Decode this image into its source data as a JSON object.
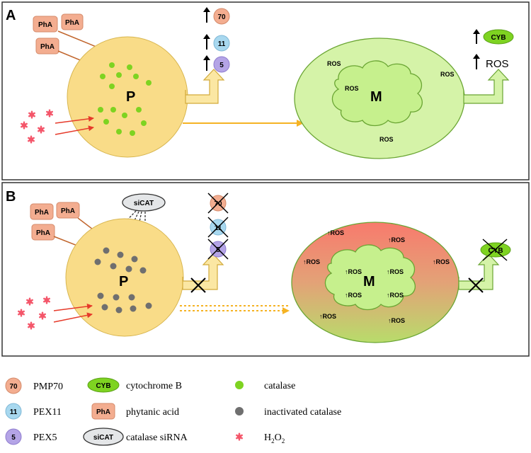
{
  "panels": {
    "a": {
      "letter": "A",
      "pha": [
        "PhA",
        "PhA",
        "PhA"
      ],
      "peroxisome": "P",
      "mitochondrion": "M",
      "ros": [
        "ROS",
        "ROS",
        "ROS",
        "ROS"
      ],
      "markers": [
        "70",
        "11",
        "5"
      ],
      "cyb": "CYB",
      "ros_up": "ROS"
    },
    "b": {
      "letter": "B",
      "pha": [
        "PhA",
        "PhA",
        "PhA"
      ],
      "sicat": "siCAT",
      "peroxisome": "P",
      "mitochondrion": "M",
      "ros": [
        "↑ROS",
        "↑ROS",
        "↑ROS",
        "↑ROS",
        "↑ROS",
        "↑ROS",
        "↑ROS",
        "↑ROS",
        "↑ROS",
        "↑ROS"
      ],
      "markers": [
        "70",
        "11",
        "5"
      ],
      "cyb": "CYB"
    }
  },
  "legend": {
    "pmp70": {
      "symbol": "70",
      "label": "PMP70"
    },
    "pex11": {
      "symbol": "11",
      "label": "PEX11"
    },
    "pex5": {
      "symbol": "5",
      "label": "PEX5"
    },
    "cyb": {
      "symbol": "CYB",
      "label": "cytochrome B"
    },
    "pha": {
      "symbol": "PhA",
      "label": "phytanic acid"
    },
    "sicat": {
      "symbol": "siCAT",
      "label": "catalase siRNA"
    },
    "catalase": {
      "label": "catalase"
    },
    "inactive": {
      "label": "inactivated catalase"
    },
    "h2o2": {
      "label": "H",
      "sub1": "2",
      "mid": "O",
      "sub2": "2"
    }
  },
  "colors": {
    "peroxisome": "#f9dc88",
    "mitochondria_fill": "#d5f3a8",
    "mito_inner": "#c6f08d",
    "mito_stroke": "#6aa533",
    "catalase": "#7ed321",
    "inactive": "#6f6f6f",
    "pha": "#f3ad90",
    "pmp70": "#f3ad90",
    "pex11": "#a8d8ef",
    "pex5": "#b4a4e6",
    "h2o2": "#f4566a",
    "arrow_orange": "#f5b324",
    "arrow_red": "#e63a2a",
    "arrow_brown": "#c1662e",
    "ros_red": "#f26860"
  }
}
